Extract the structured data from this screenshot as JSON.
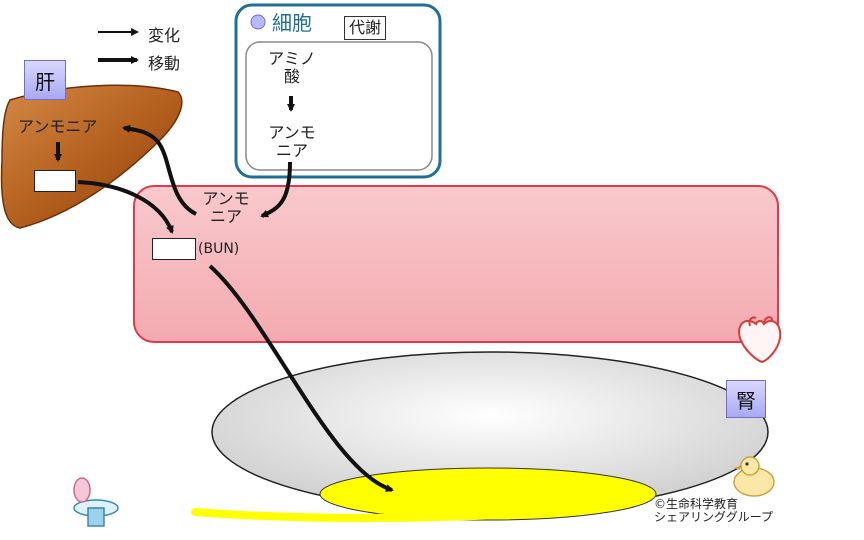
{
  "legend": {
    "change_label": "変化",
    "move_label": "移動"
  },
  "liver": {
    "tag": "肝",
    "ammonia": "アンモニア"
  },
  "cell": {
    "title": "細胞",
    "metabolism": "代謝",
    "amino_acid_line1": "アミノ",
    "amino_acid_line2": "酸",
    "ammonia_line1": "アンモ",
    "ammonia_line2": "ニア"
  },
  "blood": {
    "ammonia_line1": "アンモ",
    "ammonia_line2": "ニア",
    "bun": "(BUN)"
  },
  "kidney": {
    "tag": "腎"
  },
  "credit": {
    "line1": "©生命科学教育",
    "line2": "シェアリンググループ"
  },
  "colors": {
    "liver": "#b5601e",
    "blood": "#f3b3b8",
    "cell_border": "#1f6f96",
    "urine": "#ffff00"
  }
}
